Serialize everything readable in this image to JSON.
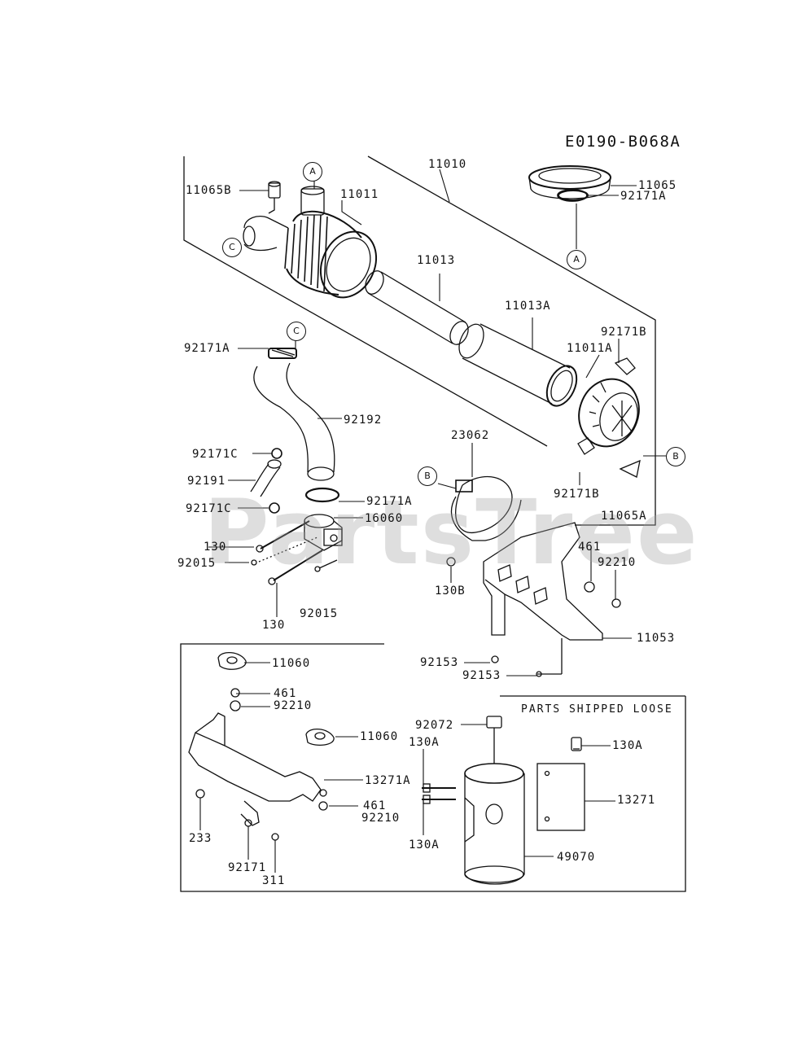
{
  "diagram_code": "E0190-B068A",
  "watermark": "PartsTree",
  "parts_shipped_loose_label": "PARTS SHIPPED LOOSE",
  "refs": {
    "a": "A",
    "b": "B",
    "c": "C"
  },
  "labels": {
    "p11010": "11010",
    "p11011": "11011",
    "p11065B": "11065B",
    "p11065": "11065",
    "p92171A_top": "92171A",
    "p11013": "11013",
    "p11013A": "11013A",
    "p92171B_top": "92171B",
    "p11011A": "11011A",
    "p92171A_left": "92171A",
    "p92192": "92192",
    "p92171C_top": "92171C",
    "p92191": "92191",
    "p92171A_mid": "92171A",
    "p92171C_mid": "92171C",
    "p16060": "16060",
    "p130_left": "130",
    "p92015_left": "92015",
    "p92015_bottom": "92015",
    "p130_bottom": "130",
    "p23062": "23062",
    "p92171B_bottom": "92171B",
    "p11065A": "11065A",
    "p461_right": "461",
    "p92210_right": "92210",
    "p130B": "130B",
    "p11053": "11053",
    "p92153_a": "92153",
    "p92153_b": "92153",
    "p11060_a": "11060",
    "p461_a": "461",
    "p92210_a": "92210",
    "p11060_b": "11060",
    "p13271A": "13271A",
    "p461_b": "461",
    "p92210_b": "92210",
    "p233": "233",
    "p92171": "92171",
    "p311": "311",
    "p92072": "92072",
    "p130A_a": "130A",
    "p130A_b": "130A",
    "p130A_c": "130A",
    "p13271": "13271",
    "p49070": "49070"
  }
}
